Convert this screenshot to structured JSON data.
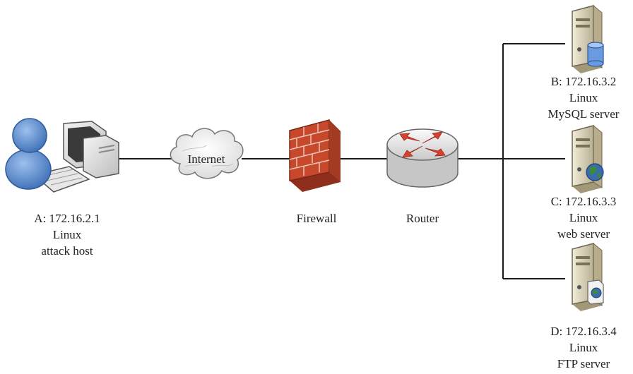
{
  "nodes": {
    "attack_host": {
      "lines": [
        "A: 172.16.2.1",
        "Linux",
        "attack host"
      ]
    },
    "internet": {
      "label": "Internet"
    },
    "firewall": {
      "label": "Firewall"
    },
    "router": {
      "label": "Router"
    },
    "mysql_server": {
      "lines": [
        "B: 172.16.3.2",
        "Linux",
        "MySQL server"
      ]
    },
    "web_server": {
      "lines": [
        "C: 172.16.3.3",
        "Linux",
        "web server"
      ]
    },
    "ftp_server": {
      "lines": [
        "D: 172.16.3.4",
        "Linux",
        "FTP server"
      ]
    }
  },
  "colors": {
    "line": "#1a1a1a",
    "user_blue": "#5f8fd0",
    "firewall_red": "#c8482c",
    "router_arrow": "#d8402e",
    "server_beige": "#d9d2b9",
    "globe_green": "#3c8a3c",
    "globe_blue": "#3a6bb0"
  }
}
